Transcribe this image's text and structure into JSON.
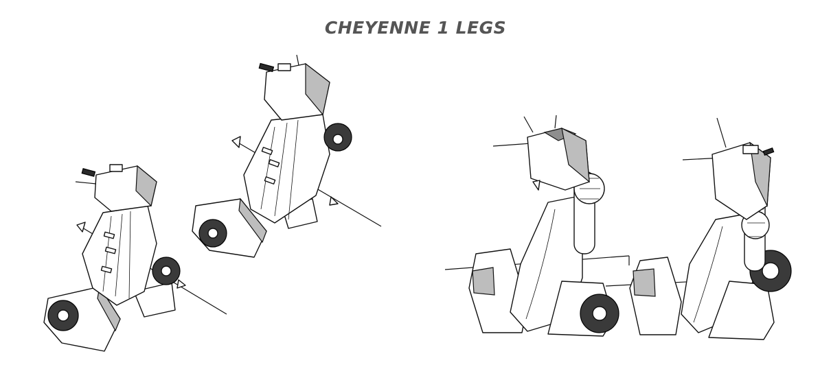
{
  "title": "CHEYENNE 1 LEGS",
  "colors": {
    "title": "#555555",
    "outline": "#111111",
    "shading": "#bdbdbd",
    "dark_parts": "#2a2a2a"
  },
  "figures": [
    {
      "name": "leg-exploded-front-left"
    },
    {
      "name": "leg-exploded-back-left"
    },
    {
      "name": "leg-assembled-front-right"
    },
    {
      "name": "leg-assembled-back-right"
    }
  ]
}
